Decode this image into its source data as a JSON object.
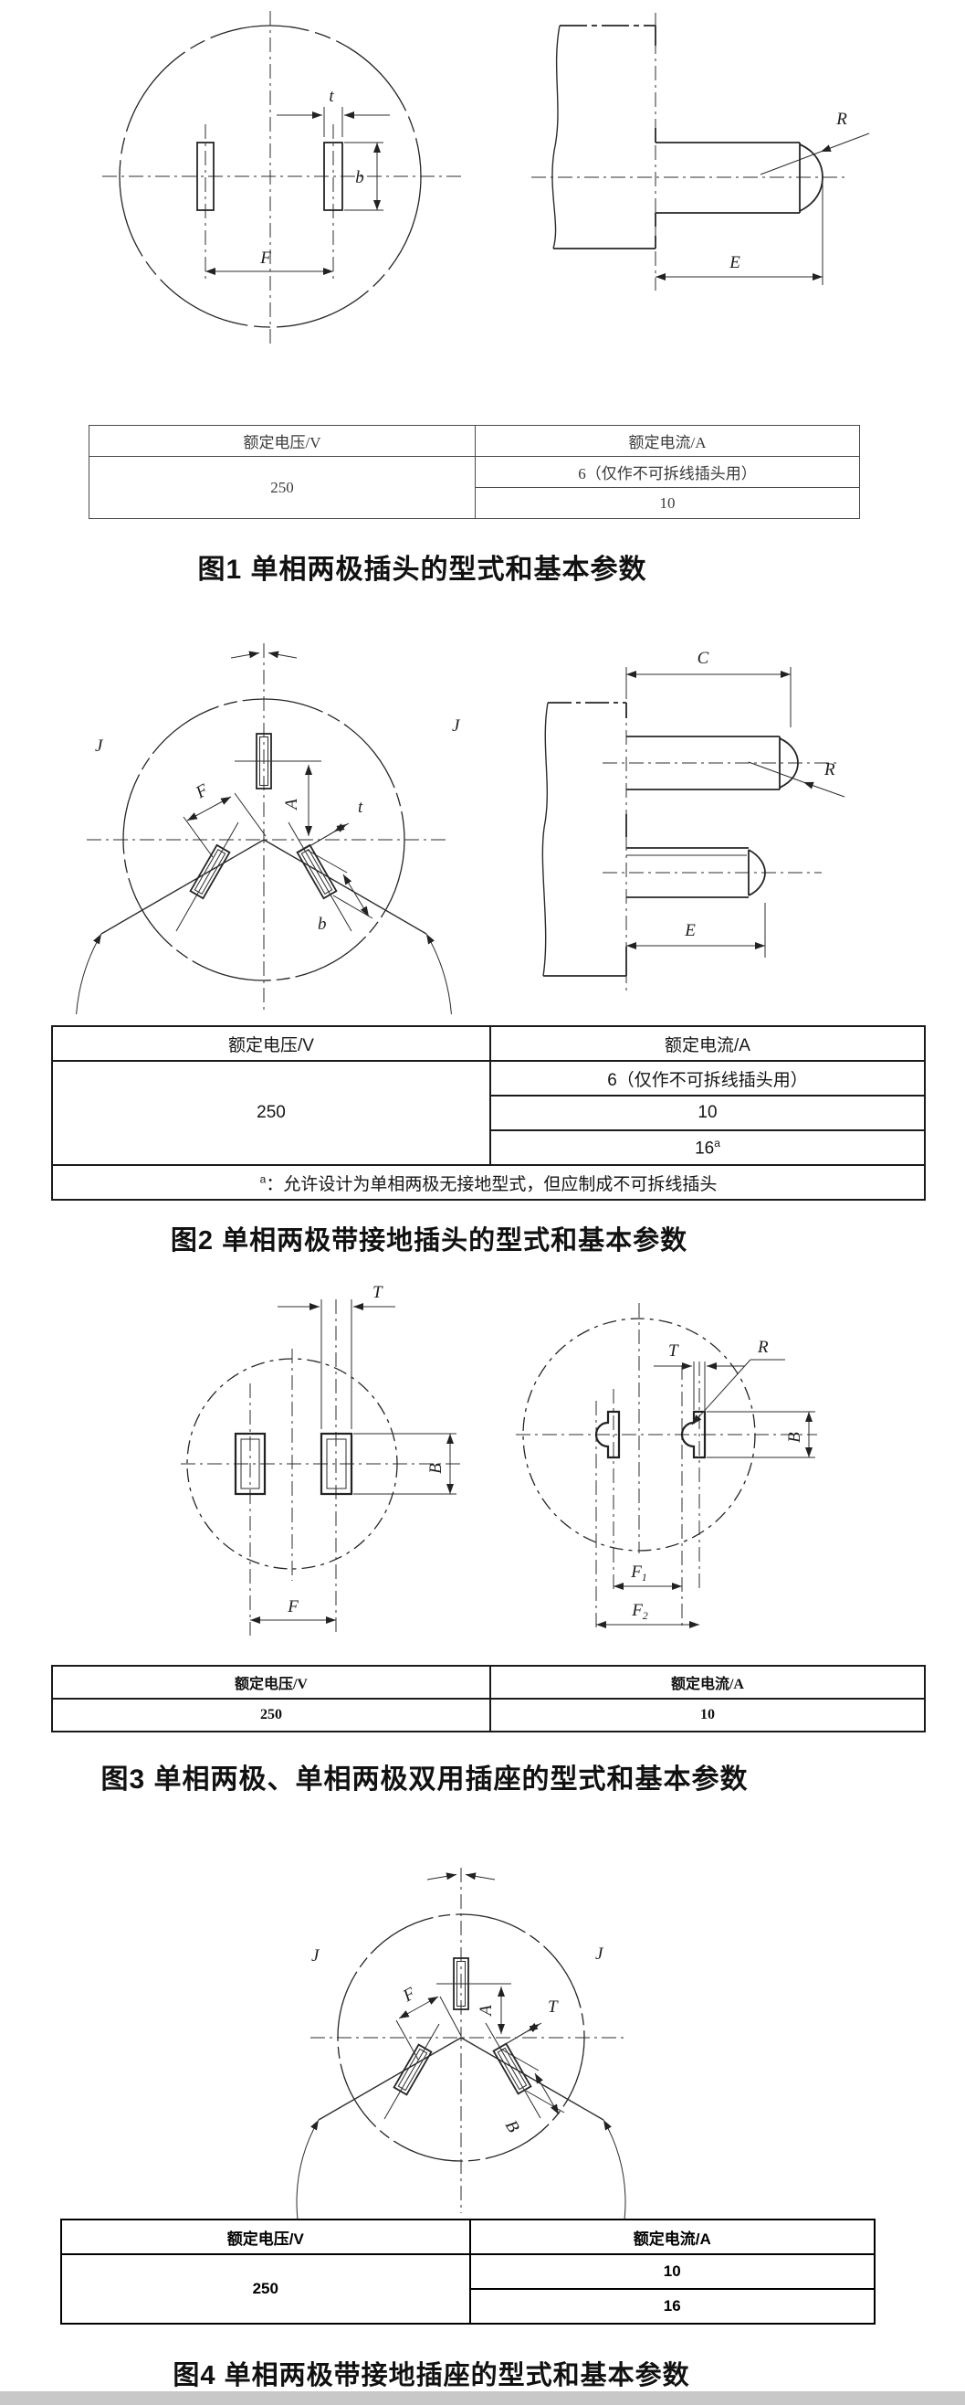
{
  "page": {
    "background": "#ffffff",
    "footer_bar_color": "#c8c8c8"
  },
  "figure1": {
    "labels": {
      "t": "t",
      "b": "b",
      "F": "F",
      "R": "R",
      "E": "E"
    },
    "table": {
      "col_voltage": "额定电压/V",
      "col_current": "额定电流/A",
      "voltage": "250",
      "rows": [
        "6（仅作不可拆线插头用）",
        "10"
      ]
    },
    "caption": "图1  单相两极插头的型式和基本参数"
  },
  "figure2": {
    "labels": {
      "J_left": "J",
      "J_right": "J",
      "A": "A",
      "F": "F",
      "t": "t",
      "b": "b",
      "C": "C",
      "R": "R",
      "E": "E"
    },
    "table": {
      "col_voltage": "额定电压/V",
      "col_current": "额定电流/A",
      "voltage": "250",
      "rows": [
        "6（仅作不可拆线插头用）",
        "10"
      ],
      "row16_value": "16",
      "row16_sup": "a",
      "footnote_sup": "a",
      "footnote_text": "：允许设计为单相两极无接地型式，但应制成不可拆线插头"
    },
    "caption": "图2  单相两极带接地插头的型式和基本参数"
  },
  "figure3": {
    "labels": {
      "T_left": "T",
      "B_left": "B",
      "F": "F",
      "T_right": "T",
      "R": "R",
      "B_right": "B",
      "F1_base": "F",
      "F1_sub": "1",
      "F2_base": "F",
      "F2_sub": "2"
    },
    "table": {
      "col_voltage": "额定电压/V",
      "col_current": "额定电流/A",
      "voltage": "250",
      "rows": [
        "10"
      ]
    },
    "caption": "图3 单相两极、单相两极双用插座的型式和基本参数"
  },
  "figure4": {
    "labels": {
      "J_left": "J",
      "J_right": "J",
      "A": "A",
      "F": "F",
      "T": "T",
      "B": "B"
    },
    "table": {
      "col_voltage": "额定电压/V",
      "col_current": "额定电流/A",
      "voltage": "250",
      "rows": [
        "10",
        "16"
      ]
    },
    "caption": "图4  单相两极带接地插座的型式和基本参数"
  }
}
